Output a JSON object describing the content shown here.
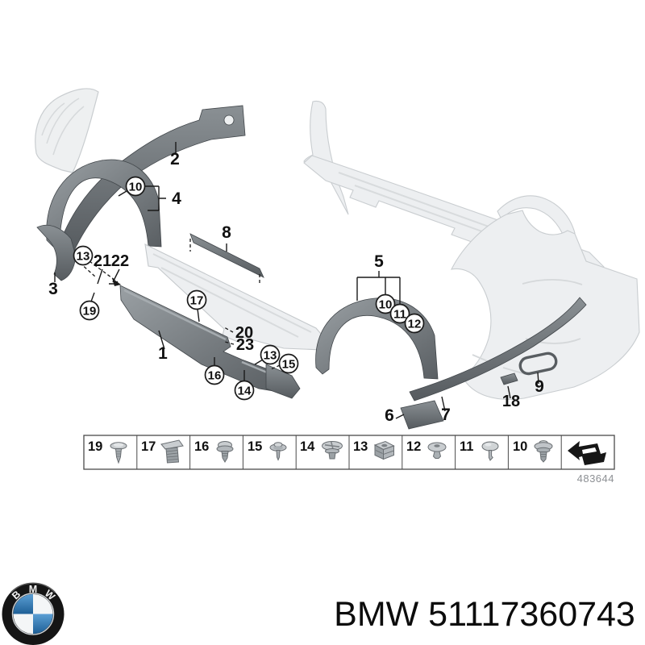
{
  "diagram": {
    "drawing_code": "483644",
    "labels": [
      {
        "text": "2",
        "circled": false
      },
      {
        "text": "10",
        "circled": true
      },
      {
        "text": "4",
        "circled": false
      },
      {
        "text": "8",
        "circled": false
      },
      {
        "text": "3",
        "circled": false
      },
      {
        "text": "13",
        "circled": true
      },
      {
        "text": "21",
        "circled": false
      },
      {
        "text": "22",
        "circled": false
      },
      {
        "text": "19",
        "circled": true
      },
      {
        "text": "1",
        "circled": false
      },
      {
        "text": "17",
        "circled": true
      },
      {
        "text": "20",
        "circled": false
      },
      {
        "text": "23",
        "circled": false
      },
      {
        "text": "16",
        "circled": true
      },
      {
        "text": "14",
        "circled": true
      },
      {
        "text": "13",
        "circled": true
      },
      {
        "text": "15",
        "circled": true
      },
      {
        "text": "5",
        "circled": false
      },
      {
        "text": "10",
        "circled": true
      },
      {
        "text": "11",
        "circled": true
      },
      {
        "text": "12",
        "circled": true
      },
      {
        "text": "6",
        "circled": false
      },
      {
        "text": "7",
        "circled": false
      },
      {
        "text": "9",
        "circled": false
      },
      {
        "text": "18",
        "circled": false
      }
    ],
    "parts_visual": [
      "front-bumper",
      "front-arch-trim",
      "front-corner-trim",
      "front-wheel-arch-trim",
      "door-sill-strip",
      "sill-garnish",
      "side-skirt",
      "b-pillar",
      "rocker-panel",
      "rear-wheel-arch-trim",
      "rear-bumper",
      "rear-bumper-lower-trim",
      "bumper-corner-flap",
      "tow-eye-cover",
      "clip-18"
    ]
  },
  "fasteners": {
    "cells": [
      {
        "label": "19",
        "icon": "push-rivet-icon"
      },
      {
        "label": "17",
        "icon": "expansion-plug-icon"
      },
      {
        "label": "16",
        "icon": "expanding-rivet-icon"
      },
      {
        "label": "15",
        "icon": "sealing-rivet-icon"
      },
      {
        "label": "14",
        "icon": "phillips-screw-rivet-icon"
      },
      {
        "label": "13",
        "icon": "clamp-nut-icon"
      },
      {
        "label": "12",
        "icon": "mushroom-clip-icon"
      },
      {
        "label": "11",
        "icon": "dome-clip-icon"
      },
      {
        "label": "10",
        "icon": "grommet-rivet-icon"
      },
      {
        "label": "",
        "icon": "direction-arrow-icon"
      }
    ]
  },
  "footer": {
    "part_number": "BMW 51117360743",
    "logo_letters": [
      "B",
      "M",
      "W"
    ]
  },
  "colors": {
    "trim_dark_top": "#878d91",
    "trim_dark_bottom": "#585d61",
    "body_light": "#edeff1",
    "body_edge": "#c3c7ca",
    "label_ink": "#111111",
    "code_gray": "#8d9094",
    "logo_blue": "#2f7fc1",
    "logo_black": "#151515"
  }
}
